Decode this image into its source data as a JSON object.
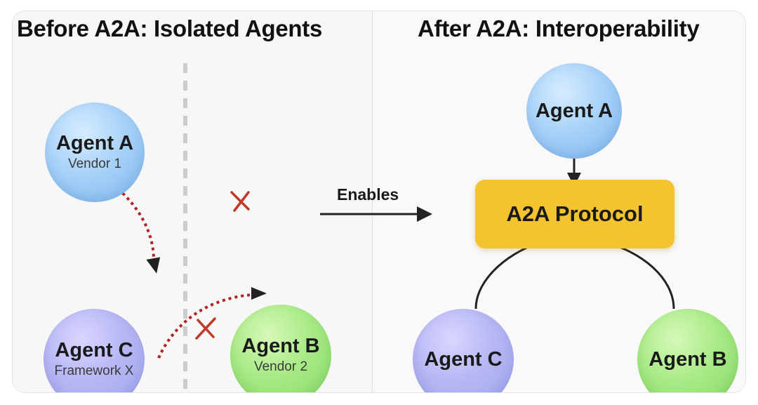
{
  "before": {
    "title": "Before A2A: Isolated Agents",
    "agent_a": {
      "name": "Agent A",
      "sub": "Vendor 1"
    },
    "agent_b": {
      "name": "Agent B",
      "sub": "Vendor 2"
    },
    "agent_c": {
      "name": "Agent C",
      "sub": "Framework X"
    },
    "blocked_marks": [
      "X",
      "X"
    ]
  },
  "transition": {
    "label": "Enables"
  },
  "after": {
    "title": "After A2A: Interoperability",
    "agent_a": {
      "name": "Agent A"
    },
    "agent_b": {
      "name": "Agent B"
    },
    "agent_c": {
      "name": "Agent C"
    },
    "protocol": {
      "label": "A2A Protocol"
    }
  },
  "colors": {
    "blue_node": "#a8d2f8",
    "purple_node": "#b7b6f4",
    "green_node": "#a8ea86",
    "protocol_fill": "#f4c430",
    "blocked_link": "#b22222",
    "divider_dashed": "#cccccc"
  }
}
